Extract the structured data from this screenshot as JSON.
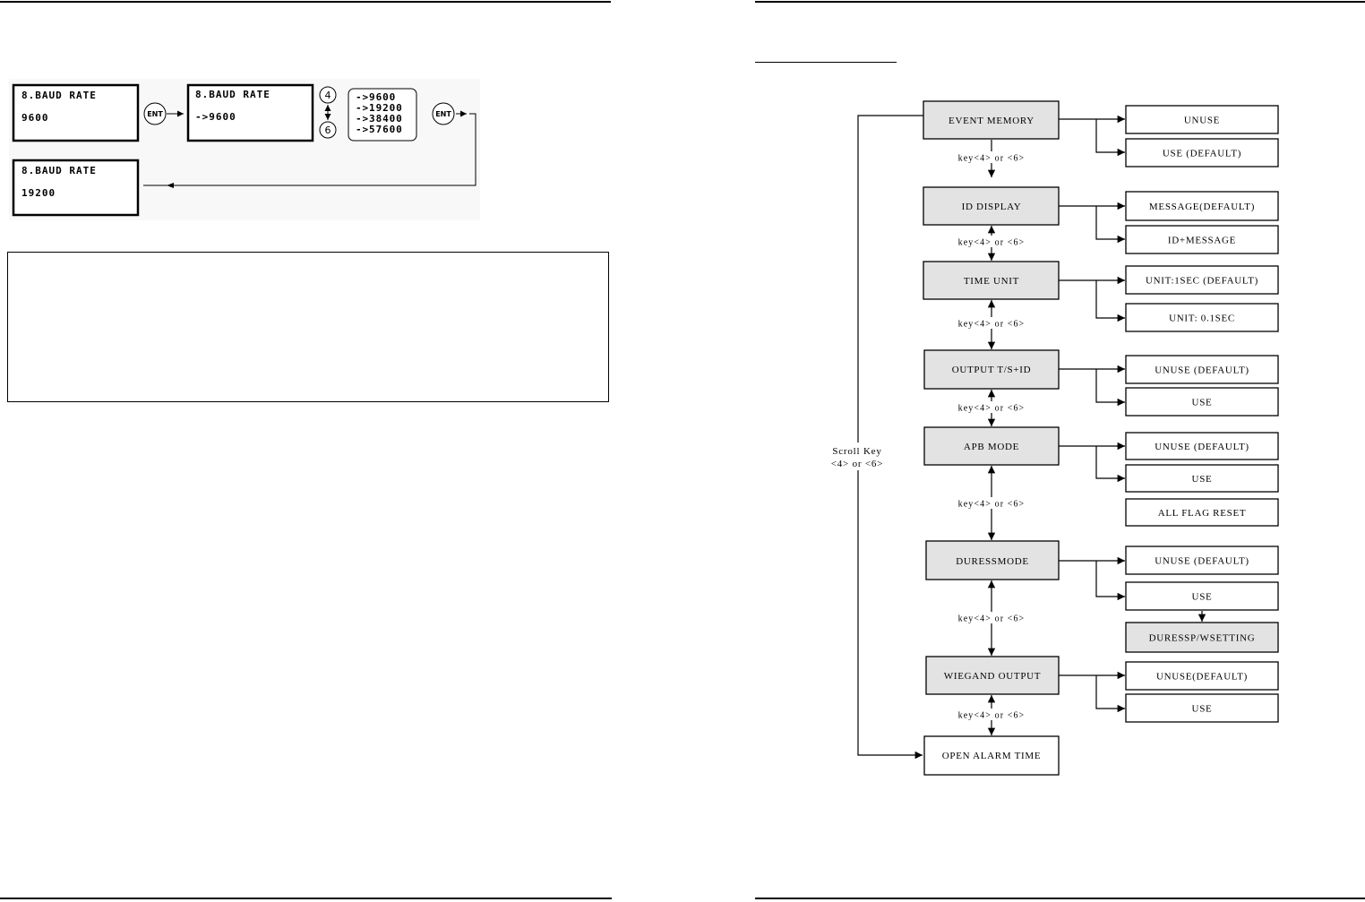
{
  "left_page": {
    "baud_flow": {
      "screen_initial": {
        "title": "8.BAUD RATE",
        "value": "9600"
      },
      "ent_key_first": "ENT",
      "screen_edit": {
        "title": "8.BAUD RATE",
        "value": "->9600"
      },
      "scroll_keys": {
        "up": "4",
        "down": "6"
      },
      "options": [
        "->9600",
        "->19200",
        "->38400",
        "->57600"
      ],
      "ent_key_second": "ENT",
      "screen_result": {
        "title": "8.BAUD RATE",
        "value": "19200"
      }
    }
  },
  "right_page": {
    "flowchart": {
      "scroll_label": {
        "line1": "Scroll Key",
        "line2": "<4> or <6>"
      },
      "key_label": "key<4> or <6>",
      "menus": [
        {
          "label": "EVENT MEMORY",
          "options": [
            "UNUSE",
            "USE (DEFAULT)"
          ]
        },
        {
          "label": "ID DISPLAY",
          "options": [
            "MESSAGE(DEFAULT)",
            "ID+MESSAGE"
          ]
        },
        {
          "label": "TIME UNIT",
          "options": [
            "UNIT:1SEC (DEFAULT)",
            "UNIT: 0.1SEC"
          ]
        },
        {
          "label": "OUTPUT T/S+ID",
          "options": [
            "UNUSE (DEFAULT)",
            "USE"
          ]
        },
        {
          "label": "APB MODE",
          "options": [
            "UNUSE (DEFAULT)",
            "USE",
            "ALL FLAG RESET"
          ]
        },
        {
          "label": "DURESSMODE",
          "options": [
            "UNUSE (DEFAULT)",
            "USE"
          ],
          "sub_option": "DURESSP/WSETTING"
        },
        {
          "label": "WIEGAND OUTPUT",
          "options": [
            "UNUSE(DEFAULT)",
            "USE"
          ]
        },
        {
          "label": "OPEN ALARM TIME"
        }
      ]
    }
  },
  "colors": {
    "ink": "#000000",
    "paper": "#ffffff",
    "menu_fill": "#e3e3e3"
  }
}
